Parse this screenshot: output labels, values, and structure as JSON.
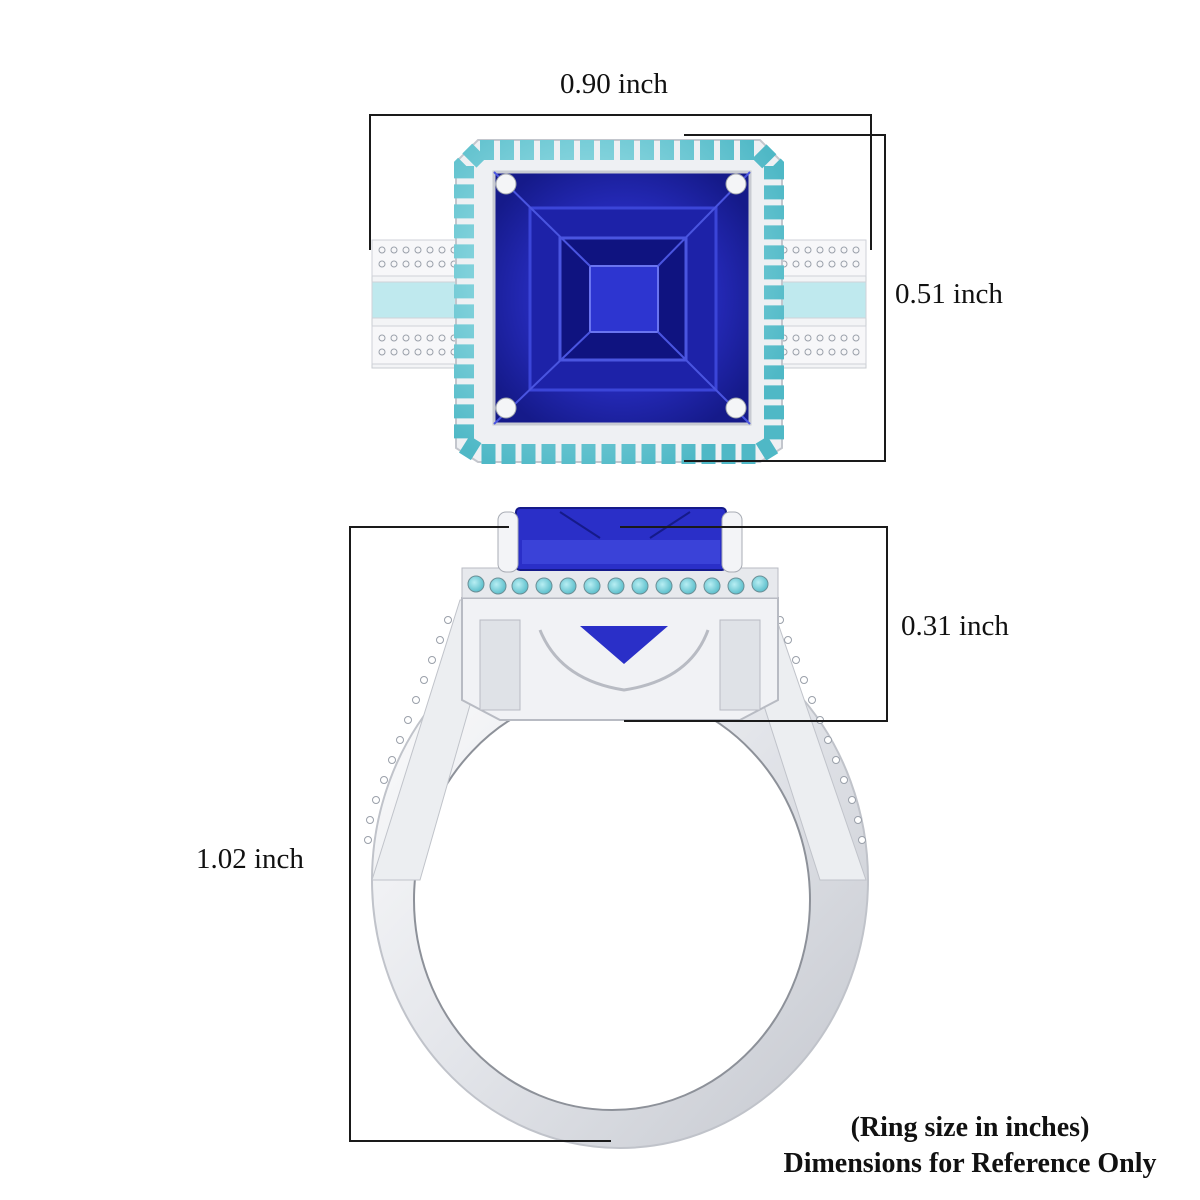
{
  "image": {
    "subject": "Emerald-cut tanzanite halo ring with paraiba-blue accent stones and white diamond split-shank band",
    "views": [
      "top-view",
      "side-view"
    ]
  },
  "dimensions": {
    "top_width": "0.90 inch",
    "top_height": "0.51 inch",
    "side_head_height": "0.31 inch",
    "side_total_height": "1.02 inch"
  },
  "caption": {
    "line1": "(Ring size in inches)",
    "line2": "Dimensions for Reference Only"
  },
  "colors": {
    "center_stone": "#2a2fc8",
    "center_stone_dark": "#0d0f6e",
    "center_stone_light": "#5a66e6",
    "halo_stone": "#6fd0da",
    "metal": "#e6e8ec",
    "metal_shadow": "#b9bcc4",
    "dim_line": "#1a1a1a"
  }
}
